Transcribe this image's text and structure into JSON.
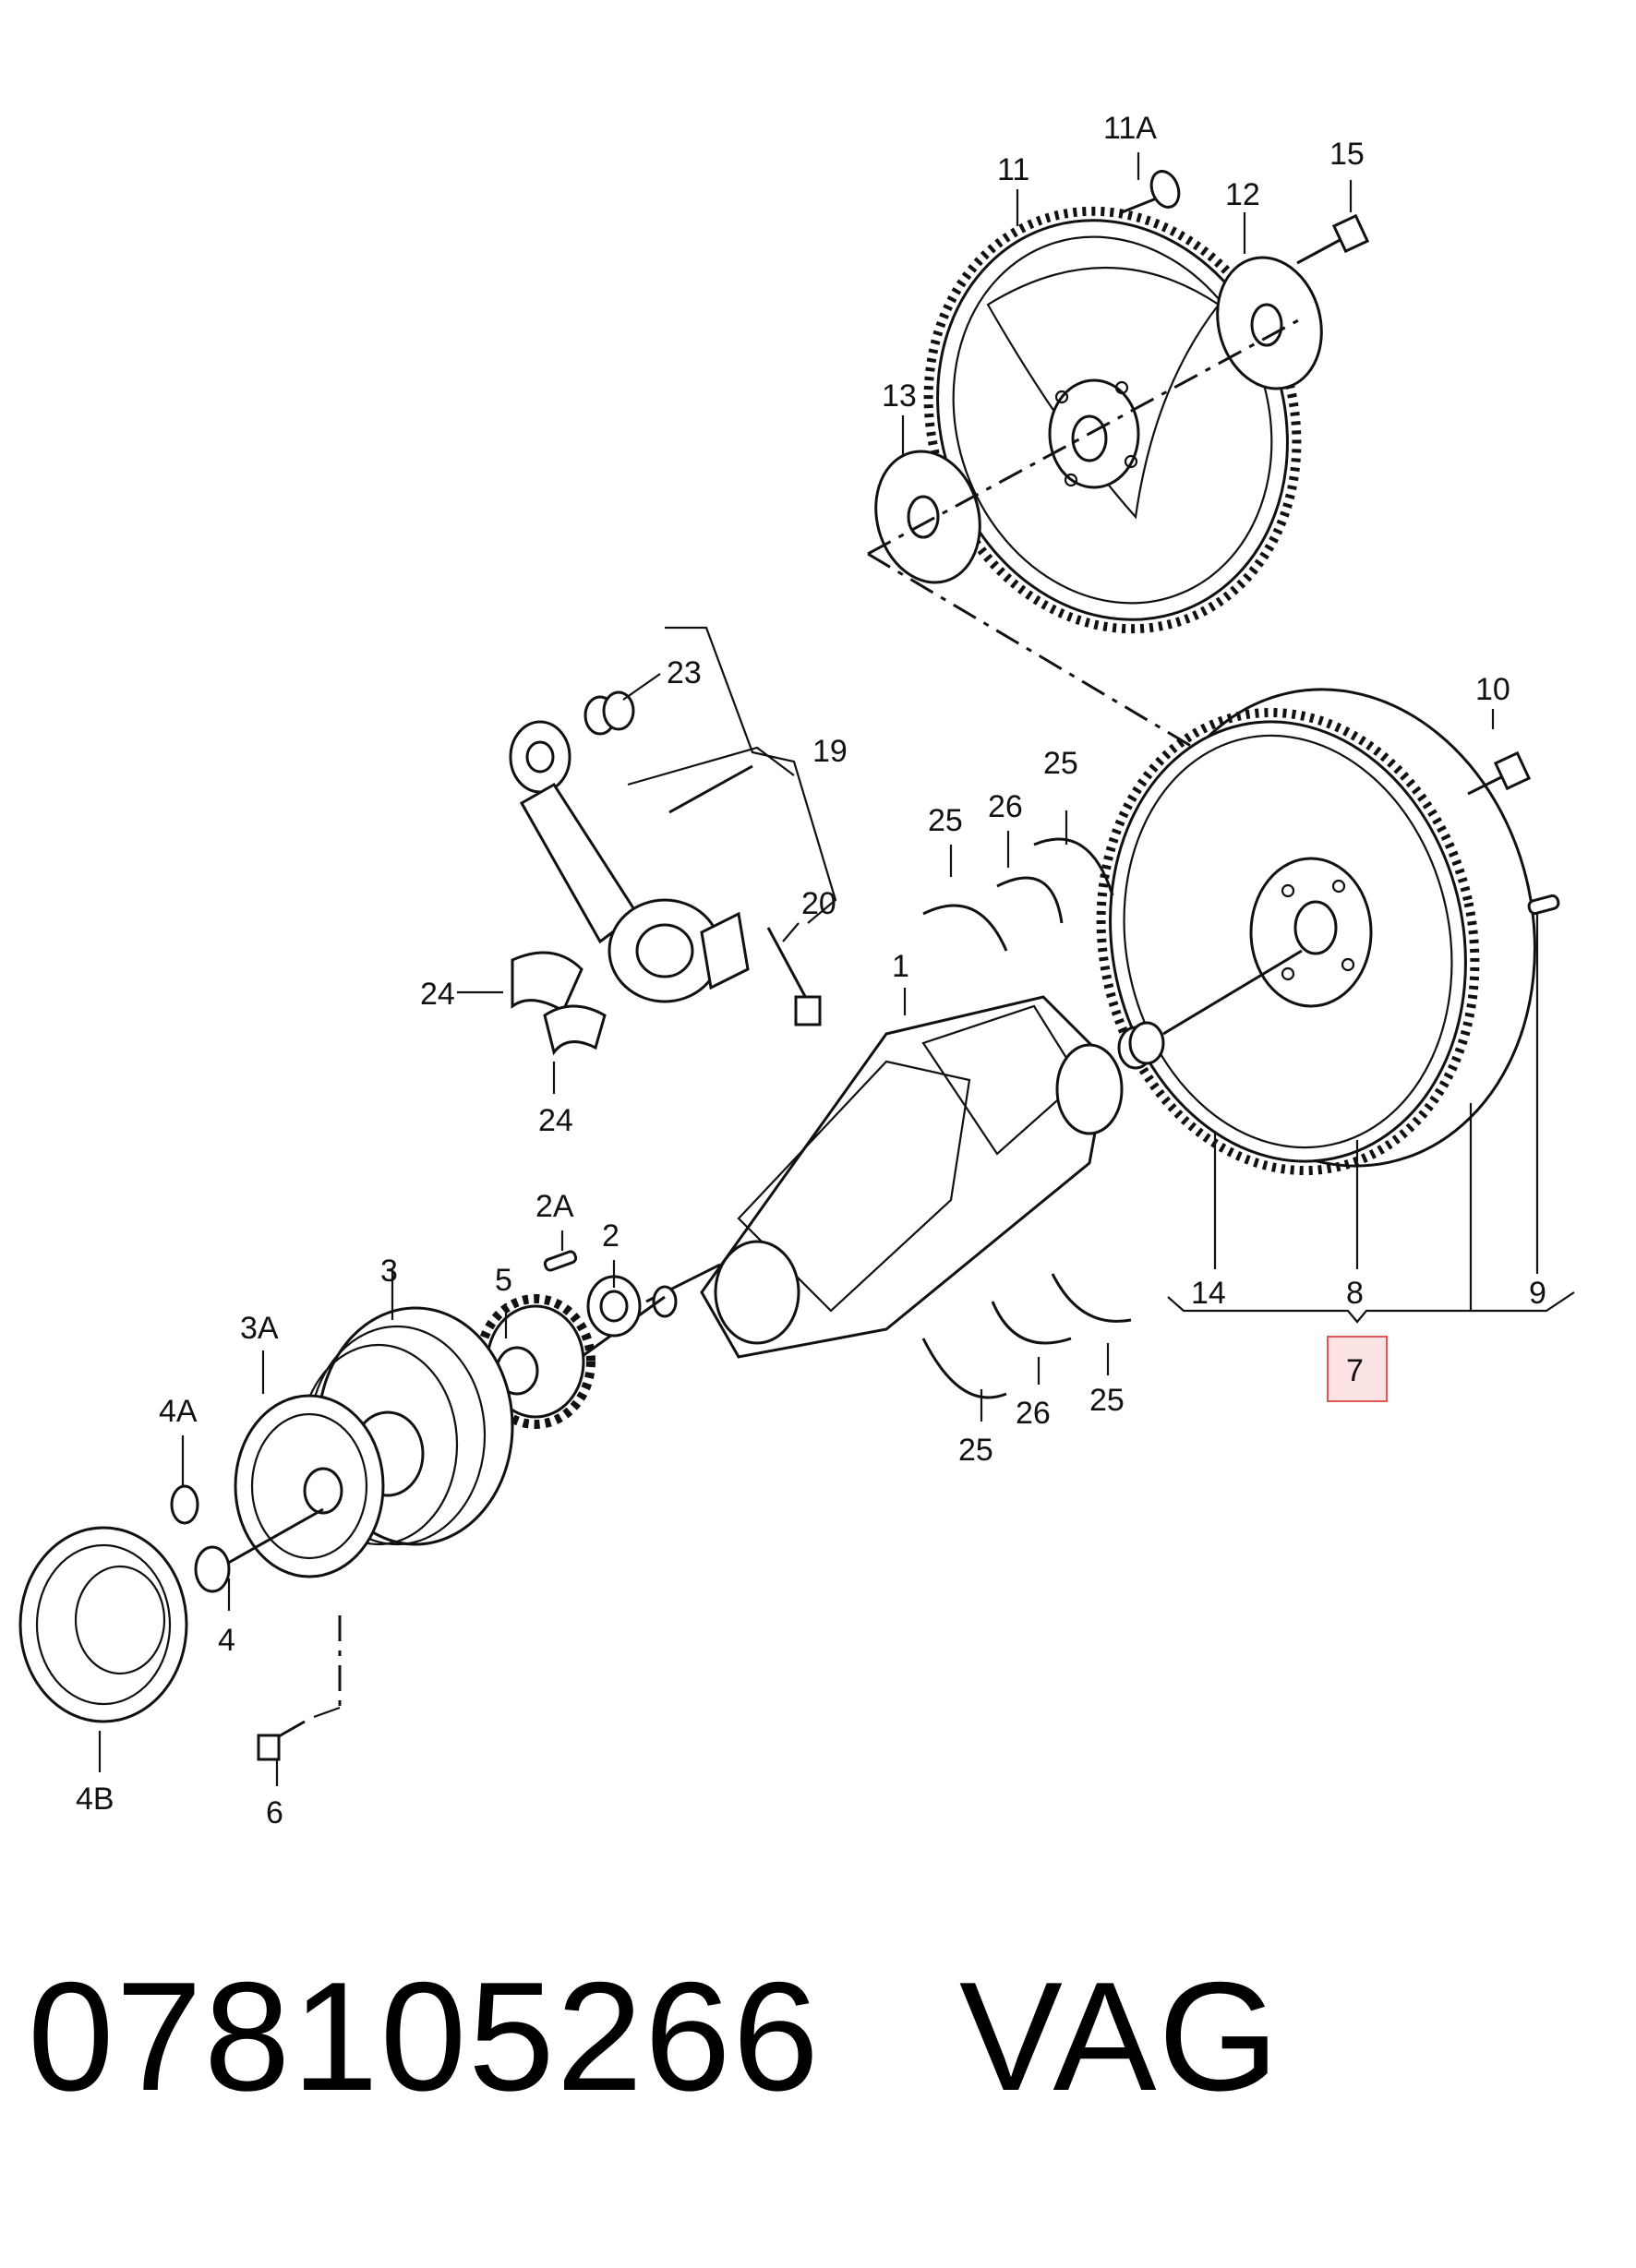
{
  "labels": {
    "l1": "1",
    "l2": "2",
    "l2a": "2A",
    "l3": "3",
    "l3a": "3A",
    "l4": "4",
    "l4a": "4A",
    "l4b": "4B",
    "l5": "5",
    "l6": "6",
    "l7": "7",
    "l8": "8",
    "l9": "9",
    "l10": "10",
    "l11": "11",
    "l11a": "11A",
    "l12": "12",
    "l13": "13",
    "l14": "14",
    "l15": "15",
    "l19": "19",
    "l20": "20",
    "l23": "23",
    "l24a": "24",
    "l24b": "24",
    "l25a": "25",
    "l25b": "25",
    "l25c": "25",
    "l25d": "25",
    "l26a": "26",
    "l26b": "26"
  },
  "caption": {
    "part_number": "078105266",
    "brand": "VAG"
  },
  "colors": {
    "highlight_box_stroke": "#e05555",
    "highlight_box_fill": "#fbe3e3"
  }
}
